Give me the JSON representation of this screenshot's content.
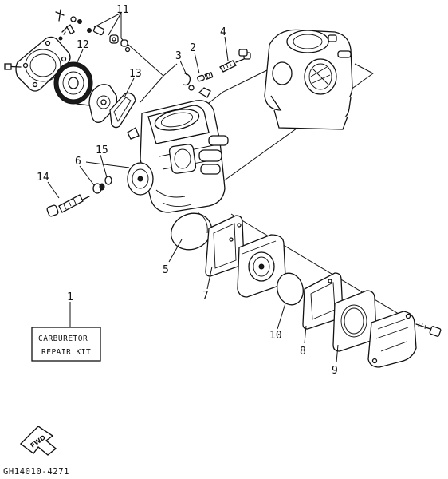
{
  "callouts": {
    "c1": "1",
    "c2": "2",
    "c3": "3",
    "c4": "4",
    "c5": "5",
    "c6": "6",
    "c7": "7",
    "c8": "8",
    "c9": "9",
    "c10": "10",
    "c11": "11",
    "c12": "12",
    "c13": "13",
    "c14": "14",
    "c15": "15"
  },
  "repair_kit": {
    "line1": "CARBURETOR",
    "line2": "REPAIR KIT"
  },
  "fwd_label": "FWD",
  "drawing_code": "GH14010-4271"
}
